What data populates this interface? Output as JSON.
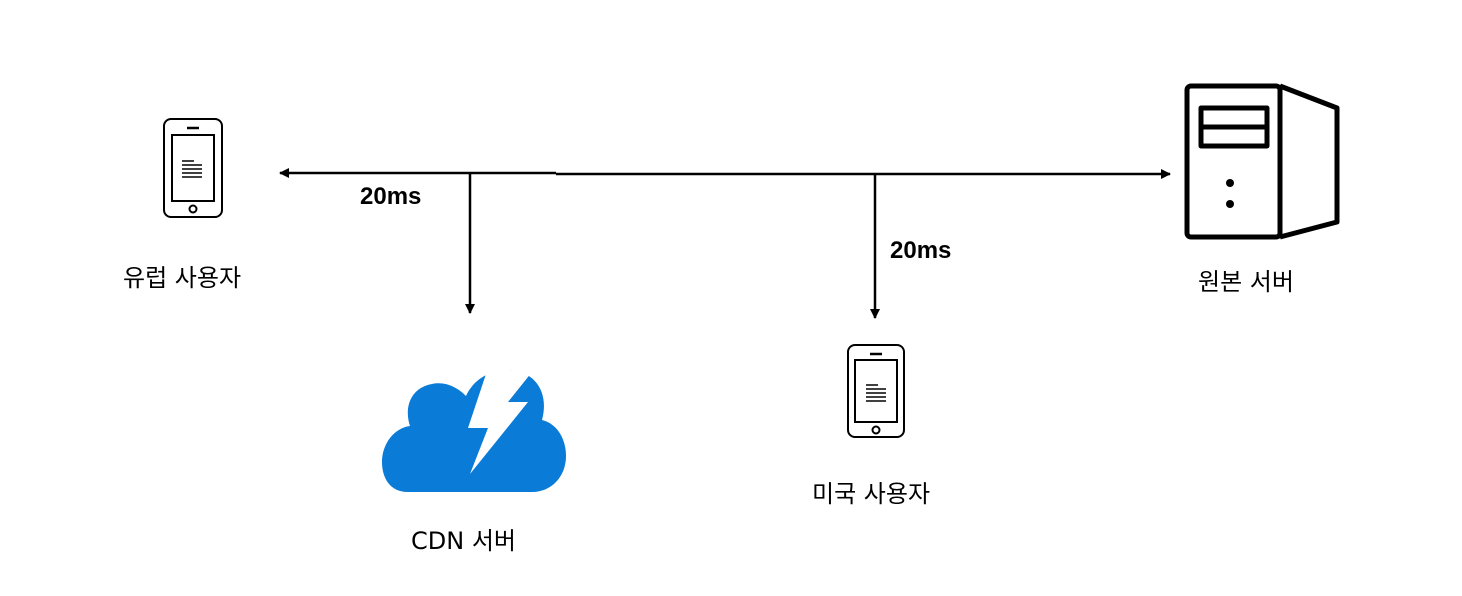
{
  "nodes": {
    "europe_user": {
      "label": "유럽 사용자",
      "icon": "smartphone-icon"
    },
    "us_user": {
      "label": "미국 사용자",
      "icon": "smartphone-icon"
    },
    "cdn_server": {
      "label": "CDN 서버",
      "icon": "cloud-lightning-icon"
    },
    "origin_server": {
      "label": "원본 서버",
      "icon": "server-tower-icon"
    }
  },
  "edges": {
    "europe_latency": "20ms",
    "us_latency": "20ms"
  },
  "colors": {
    "cdn_cloud": "#0a7bd7",
    "stroke": "#000000"
  }
}
